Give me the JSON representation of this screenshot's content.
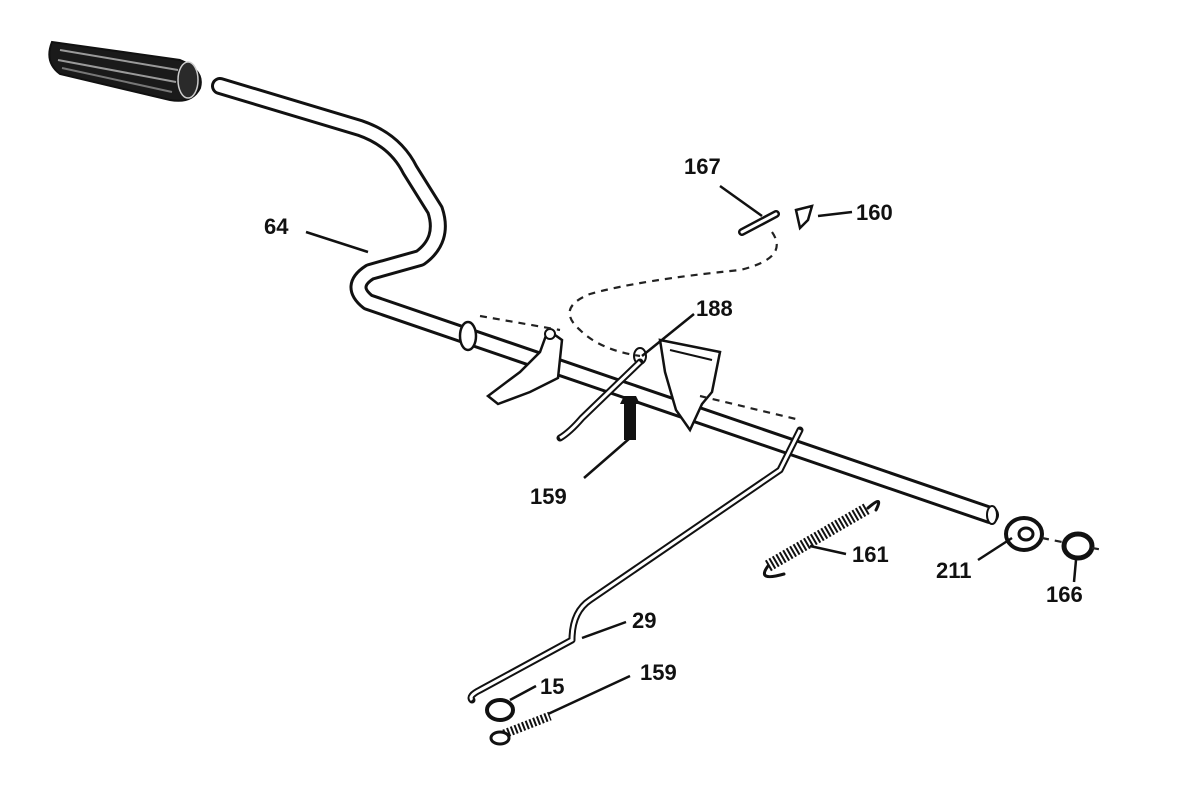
{
  "callouts": {
    "p64": "64",
    "p167": "167",
    "p160": "160",
    "p188": "188",
    "p159_upper": "159",
    "p161": "161",
    "p211": "211",
    "p166": "166",
    "p29": "29",
    "p15": "15",
    "p159_lower": "159"
  },
  "colors": {
    "ink": "#111111",
    "background": "#ffffff"
  }
}
